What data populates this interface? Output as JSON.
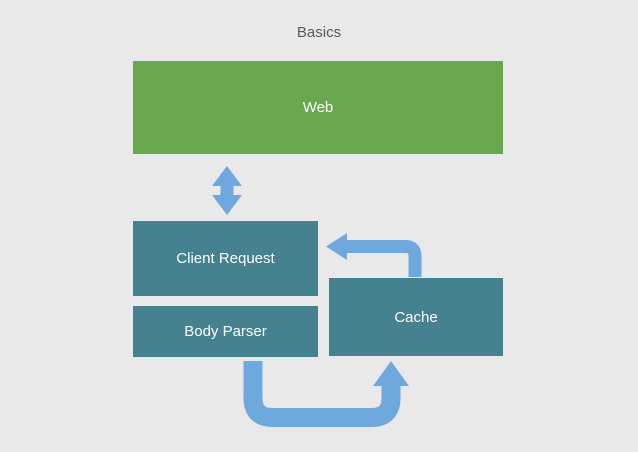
{
  "title": "Basics",
  "colors": {
    "background": "#e9e9e9",
    "web_box": "#6aa84f",
    "teal_box": "#45818e",
    "arrow": "#6fa8dc",
    "title_text": "#595959",
    "box_text": "#ffffff"
  },
  "nodes": {
    "web": {
      "label": "Web"
    },
    "client_request": {
      "label": "Client Request"
    },
    "body_parser": {
      "label": "Body Parser"
    },
    "cache": {
      "label": "Cache"
    }
  },
  "connections": [
    {
      "name": "web-client-request",
      "from": "Web",
      "to": "Client Request",
      "style": "bidirectional-vertical-arrow"
    },
    {
      "name": "cache-client-request",
      "from": "Cache",
      "to": "Client Request",
      "style": "elbow-arrow-left"
    },
    {
      "name": "body-parser-cache",
      "from": "Body Parser",
      "to": "Cache",
      "style": "u-shaped-arrow-up"
    }
  ]
}
